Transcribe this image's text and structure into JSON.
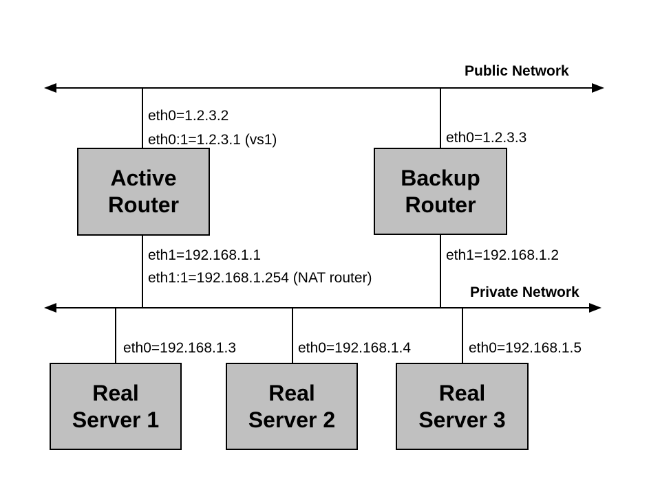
{
  "diagram": {
    "public_network": {
      "label": "Public Network"
    },
    "private_network": {
      "label": "Private Network"
    },
    "routers": [
      {
        "name_line1": "Active",
        "name_line2": "Router",
        "public_labels": [
          "eth0=1.2.3.2",
          "eth0:1=1.2.3.1 (vs1)"
        ],
        "private_labels": [
          "eth1=192.168.1.1",
          "eth1:1=192.168.1.254 (NAT router)"
        ]
      },
      {
        "name_line1": "Backup",
        "name_line2": "Router",
        "public_labels": [
          "eth0=1.2.3.3"
        ],
        "private_labels": [
          "eth1=192.168.1.2"
        ]
      }
    ],
    "servers": [
      {
        "name_line1": "Real",
        "name_line2": "Server 1",
        "eth_label": "eth0=192.168.1.3"
      },
      {
        "name_line1": "Real",
        "name_line2": "Server 2",
        "eth_label": "eth0=192.168.1.4"
      },
      {
        "name_line1": "Real",
        "name_line2": "Server 3",
        "eth_label": "eth0=192.168.1.5"
      }
    ],
    "colors": {
      "box_fill": "#c0c0c0",
      "box_border": "#000000",
      "line": "#000000",
      "background": "#ffffff",
      "text": "#000000"
    }
  }
}
